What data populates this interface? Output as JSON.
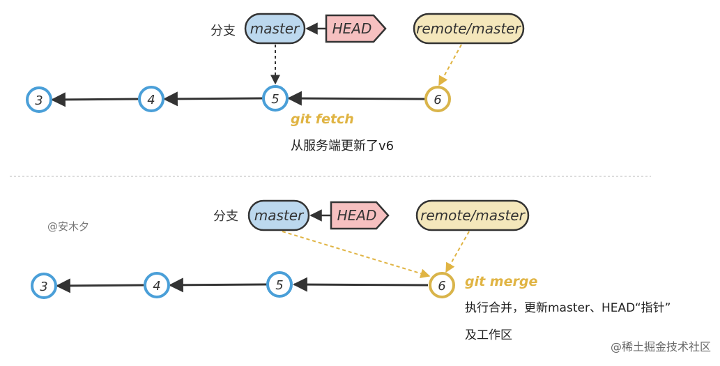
{
  "top": {
    "branch_label": "分支",
    "master": "master",
    "head": "HEAD",
    "remote": "remote/master",
    "commits": [
      "3",
      "4",
      "5",
      "6"
    ],
    "action": "git fetch",
    "description": "从服务端更新了v6"
  },
  "bottom": {
    "branch_label": "分支",
    "master": "master",
    "head": "HEAD",
    "remote": "remote/master",
    "commits": [
      "3",
      "4",
      "5",
      "6"
    ],
    "action": "git merge",
    "description_line1": "执行合并，更新master、HEAD“指针”",
    "description_line2": "及工作区"
  },
  "author": "@安木夕",
  "watermark": "@稀土掘金技术社区",
  "colors": {
    "commit_blue": "#4a9fd8",
    "commit_gold": "#d9b44a",
    "master_fill": "#bcd8ee",
    "head_fill": "#f6c0c0",
    "remote_fill": "#f4e7bb",
    "arrow_gold": "#e0b443",
    "ink": "#333333"
  }
}
